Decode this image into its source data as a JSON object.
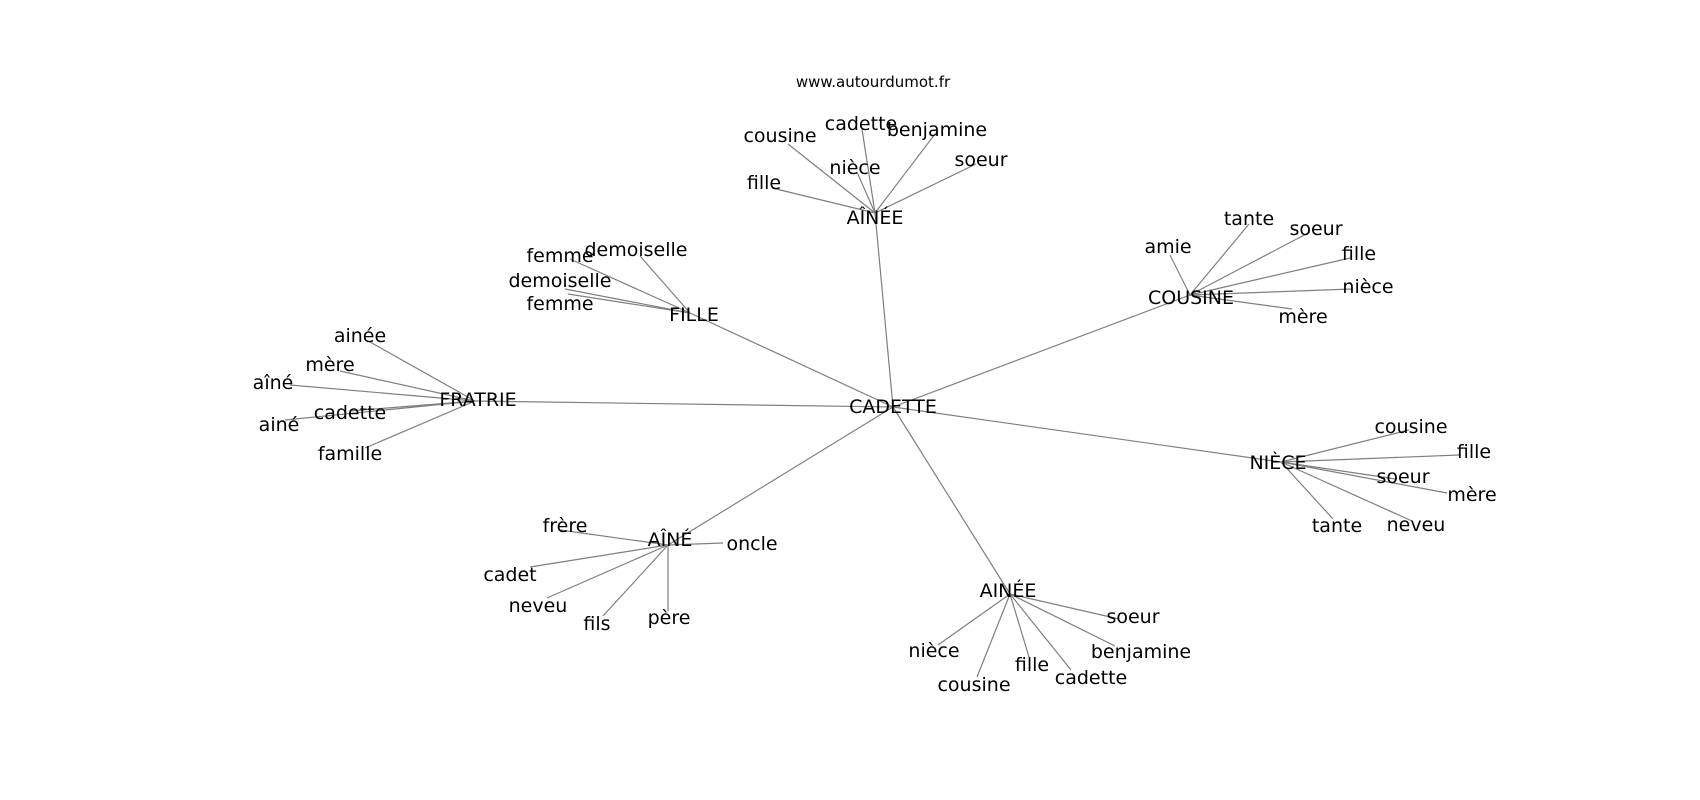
{
  "credit": "www.autourdumot.fr",
  "center": {
    "id": "cadette",
    "label": "CADETTE"
  },
  "clusters": [
    {
      "id": "ainee-top",
      "label": "AÎNÉE",
      "leaves": [
        "cousine",
        "cadette",
        "benjamine",
        "nièce",
        "soeur",
        "fille"
      ]
    },
    {
      "id": "fille",
      "label": "FILLE",
      "leaves": [
        "femme",
        "demoiselle",
        "demoiselle",
        "femme"
      ]
    },
    {
      "id": "cousine",
      "label": "COUSINE",
      "leaves": [
        "tante",
        "soeur",
        "amie",
        "fille",
        "nièce",
        "mère"
      ]
    },
    {
      "id": "fratrie",
      "label": "FRATRIE",
      "leaves": [
        "ainée",
        "mère",
        "aîné",
        "cadette",
        "ainé",
        "famille"
      ]
    },
    {
      "id": "niece",
      "label": "NIÈCE",
      "leaves": [
        "cousine",
        "fille",
        "soeur",
        "mère",
        "tante",
        "neveu"
      ]
    },
    {
      "id": "aine",
      "label": "AÎNÉ",
      "leaves": [
        "frère",
        "oncle",
        "cadet",
        "neveu",
        "fils",
        "père"
      ]
    },
    {
      "id": "ainee-bottom",
      "label": "AINÉE",
      "leaves": [
        "soeur",
        "benjamine",
        "nièce",
        "fille",
        "cadette",
        "cousine"
      ]
    }
  ]
}
